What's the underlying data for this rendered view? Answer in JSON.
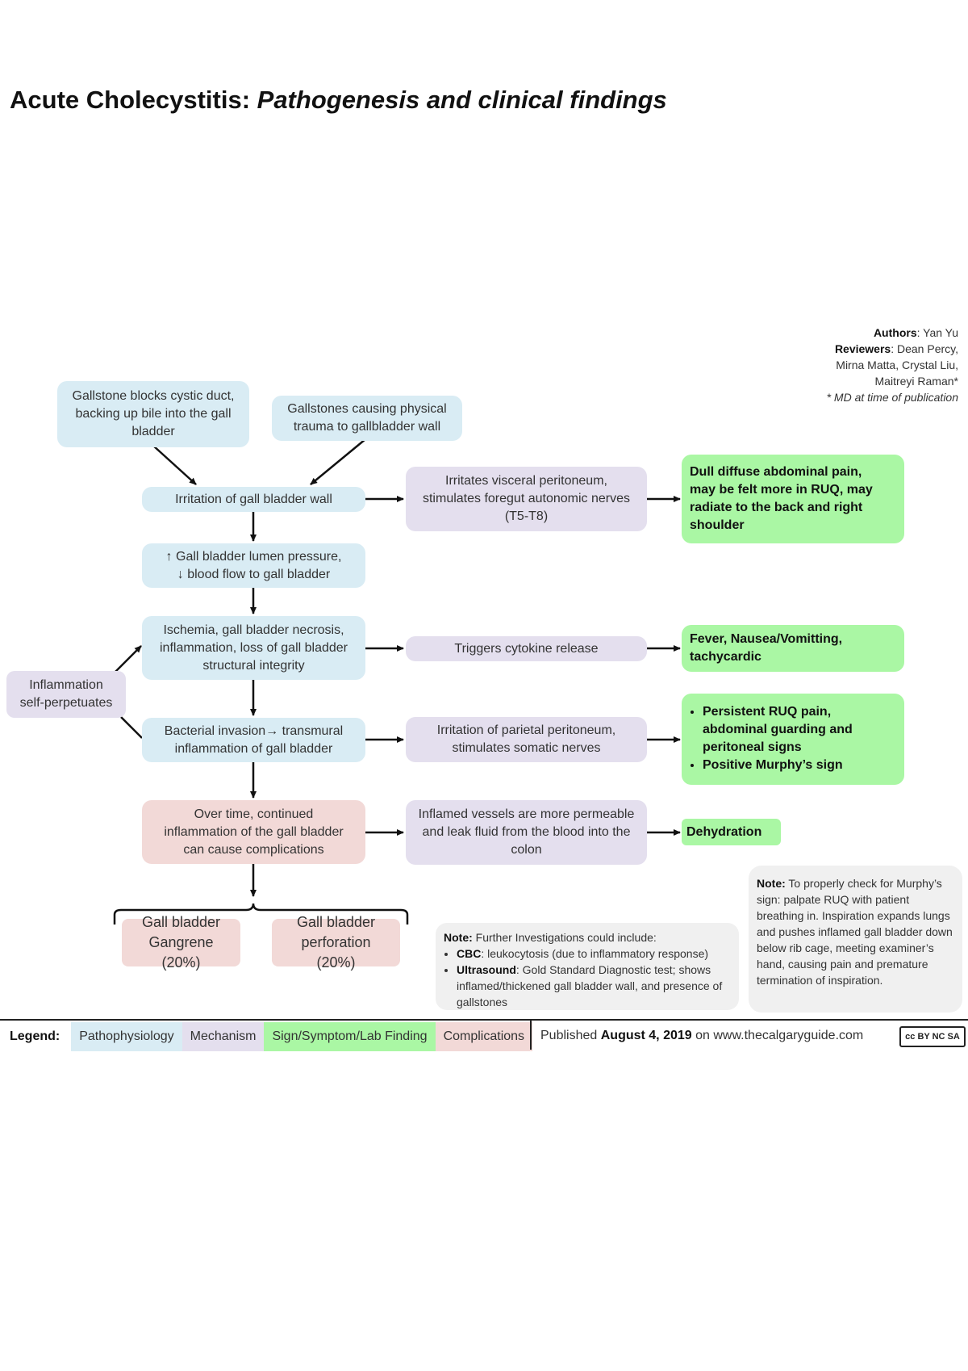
{
  "header": {
    "title_main": "Acute Cholecystitis:",
    "title_sub": "Pathogenesis and clinical findings"
  },
  "credits": {
    "authors_label": "Authors",
    "authors": "Yan Yu",
    "reviewers_label": "Reviewers",
    "reviewers_line1": "Dean Percy,",
    "reviewers_line2": "Mirna Matta, Crystal Liu,",
    "reviewers_line3": "Maitreyi Raman*",
    "footnote": "* MD at time of publication"
  },
  "nodes": {
    "gallstone_blocks": "Gallstone blocks cystic duct,\nbacking up bile into the gall\nbladder",
    "gallstones_trauma": "Gallstones causing physical\ntrauma to gallbladder wall",
    "irritation_wall": "Irritation of gall bladder wall",
    "lumen_pressure": "↑ Gall bladder lumen pressure,\n↓ blood flow to gall bladder",
    "ischemia": "Ischemia, gall bladder necrosis,\ninflammation, loss of gall bladder\nstructural integrity",
    "bacterial": "Bacterial invasion→ transmural\ninflammation of gall bladder",
    "over_time": "Over time, continued\ninflammation of the gall bladder\ncan cause complications",
    "inflammation_self": "Inflammation\nself-perpetuates",
    "gangrene": "Gall bladder\nGangrene (20%)",
    "perforation": "Gall bladder\nperforation (20%)",
    "visceral": "Irritates visceral peritoneum,\nstimulates foregut autonomic nerves\n(T5-T8)",
    "cytokine": "Triggers cytokine release",
    "parietal": "Irritation of parietal peritoneum,\nstimulates somatic nerves",
    "vessels": "Inflamed vessels are more permeable\nand leak fluid from the blood into the\ncolon",
    "dull_pain": "Dull diffuse abdominal pain,\nmay be felt more in RUQ, may\nradiate to the back and right\nshoulder",
    "fever": "Fever, Nausea/Vomitting,\ntachycardic",
    "ruq_1": "Persistent RUQ pain,\nabdominal guarding and\nperitoneal signs",
    "ruq_2": "Positive Murphy’s sign",
    "dehydration": "Dehydration"
  },
  "notes": {
    "murphy_label": "Note:",
    "murphy_text": "To properly check for Murphy’s sign: palpate RUQ with patient breathing in. Inspiration expands lungs and pushes inflamed gall bladder down below rib cage, meeting examiner’s hand, causing pain and premature termination of inspiration.",
    "inv_label": "Note:",
    "inv_intro": "Further Investigations could include:",
    "inv_cbc_label": "CBC",
    "inv_cbc_text": ": leukocytosis (due to inflammatory response)",
    "inv_us_label": "Ultrasound",
    "inv_us_text": ": Gold Standard Diagnostic test; shows inflamed/thickened gall bladder wall, and presence of gallstones"
  },
  "legend": {
    "label": "Legend:",
    "items": [
      "Pathophysiology",
      "Mechanism",
      "Sign/Symptom/Lab Finding",
      "Complications"
    ],
    "colors": [
      "#d9ecf4",
      "#e4dfee",
      "#aaf7a4",
      "#f2d9d7"
    ]
  },
  "footer": {
    "published_prefix": "Published",
    "published_date": "August 4, 2019",
    "published_suffix": "on www.thecalgaryguide.com",
    "license": "cc BY NC SA"
  }
}
